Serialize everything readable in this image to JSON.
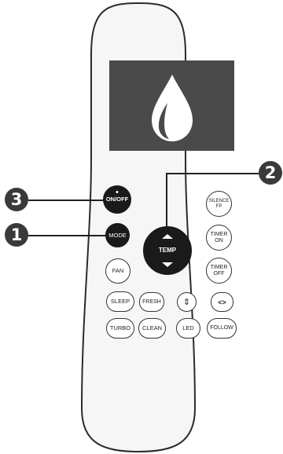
{
  "callouts": {
    "one": "1",
    "two": "2",
    "three": "3"
  },
  "buttons": {
    "on_off": "ON/OFF",
    "mode": "MODE",
    "temp": "TEMP",
    "silence_fp": "SILENCE\nFP",
    "timer_on": "TIMER\nON",
    "timer_off": "TIMER\nOFF",
    "fan": "FAN",
    "sleep": "SLEEP",
    "fresh": "FRESH",
    "swing_vertical": "⇕",
    "swing_horizontal": "<>",
    "turbo": "TURBO",
    "clean": "CLEAN",
    "led": "LED",
    "follow": "FOLLOW"
  },
  "icons": {
    "display": "water-drop-icon",
    "swing_vertical": "vertical-swing-icon",
    "swing_horizontal": "horizontal-swing-icon"
  },
  "colors": {
    "remote_body": "#f6f6f6",
    "remote_outline": "#2b2b2b",
    "display_screen": "#4a4a4a",
    "button_dark": "#1a1a1a",
    "callout_badge": "#3a3a3a"
  }
}
